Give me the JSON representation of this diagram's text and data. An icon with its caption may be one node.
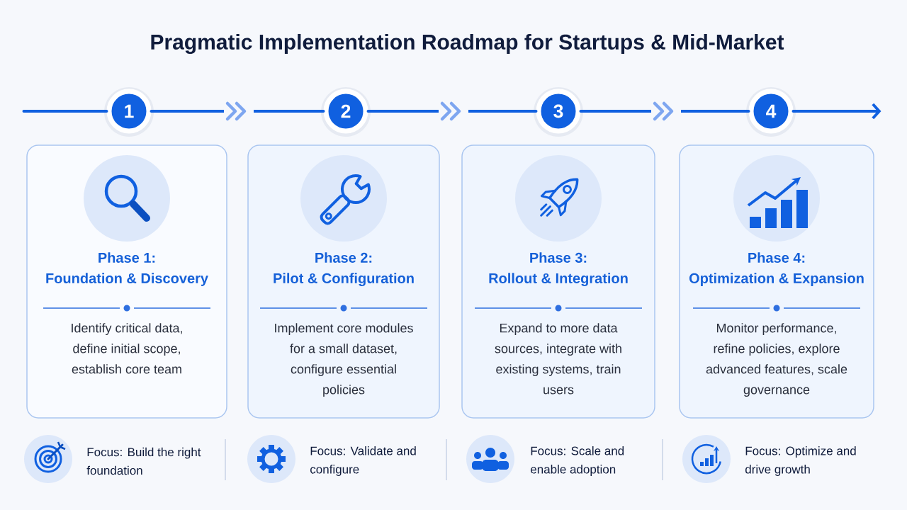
{
  "diagram": {
    "title": "Pragmatic Implementation Roadmap for Startups & Mid-Market",
    "nodes": [
      {
        "text": [
          "1"
        ]
      },
      {
        "text": [
          "2"
        ]
      },
      {
        "text": [
          "3"
        ]
      },
      {
        "text": [
          "4"
        ]
      },
      {
        "text": [
          "Phase 1: Foundation & Discovery",
          "Identify critical data, define initial scope, establish core team"
        ]
      },
      {
        "text": [
          "Phase 2: Pilot & Configuration",
          "Implement core modules for a small dataset, configure essential policies"
        ]
      },
      {
        "text": [
          "Phase 3: Rollout & Integration",
          "Expand to more data sources, integrate with existing systems, train users"
        ]
      },
      {
        "text": [
          "Phase 4: Optimization & Expansion",
          "Monitor performance, refine policies, explore advanced features, scale governance"
        ]
      }
    ],
    "edges": [
      {
        "from": null,
        "to": 0,
        "arrow": "none"
      },
      {
        "from": 0,
        "to": 1,
        "arrow": "to"
      },
      {
        "from": 1,
        "to": 2,
        "arrow": "to"
      },
      {
        "from": 2,
        "to": 3,
        "arrow": "to"
      },
      {
        "from": 3,
        "to": null,
        "arrow": "to"
      }
    ],
    "labels": [
      "Focus: Build the right foundation",
      "Focus: Validate and configure",
      "Focus: Scale and enable adoption",
      "Focus: Optimize and drive growth"
    ]
  }
}
